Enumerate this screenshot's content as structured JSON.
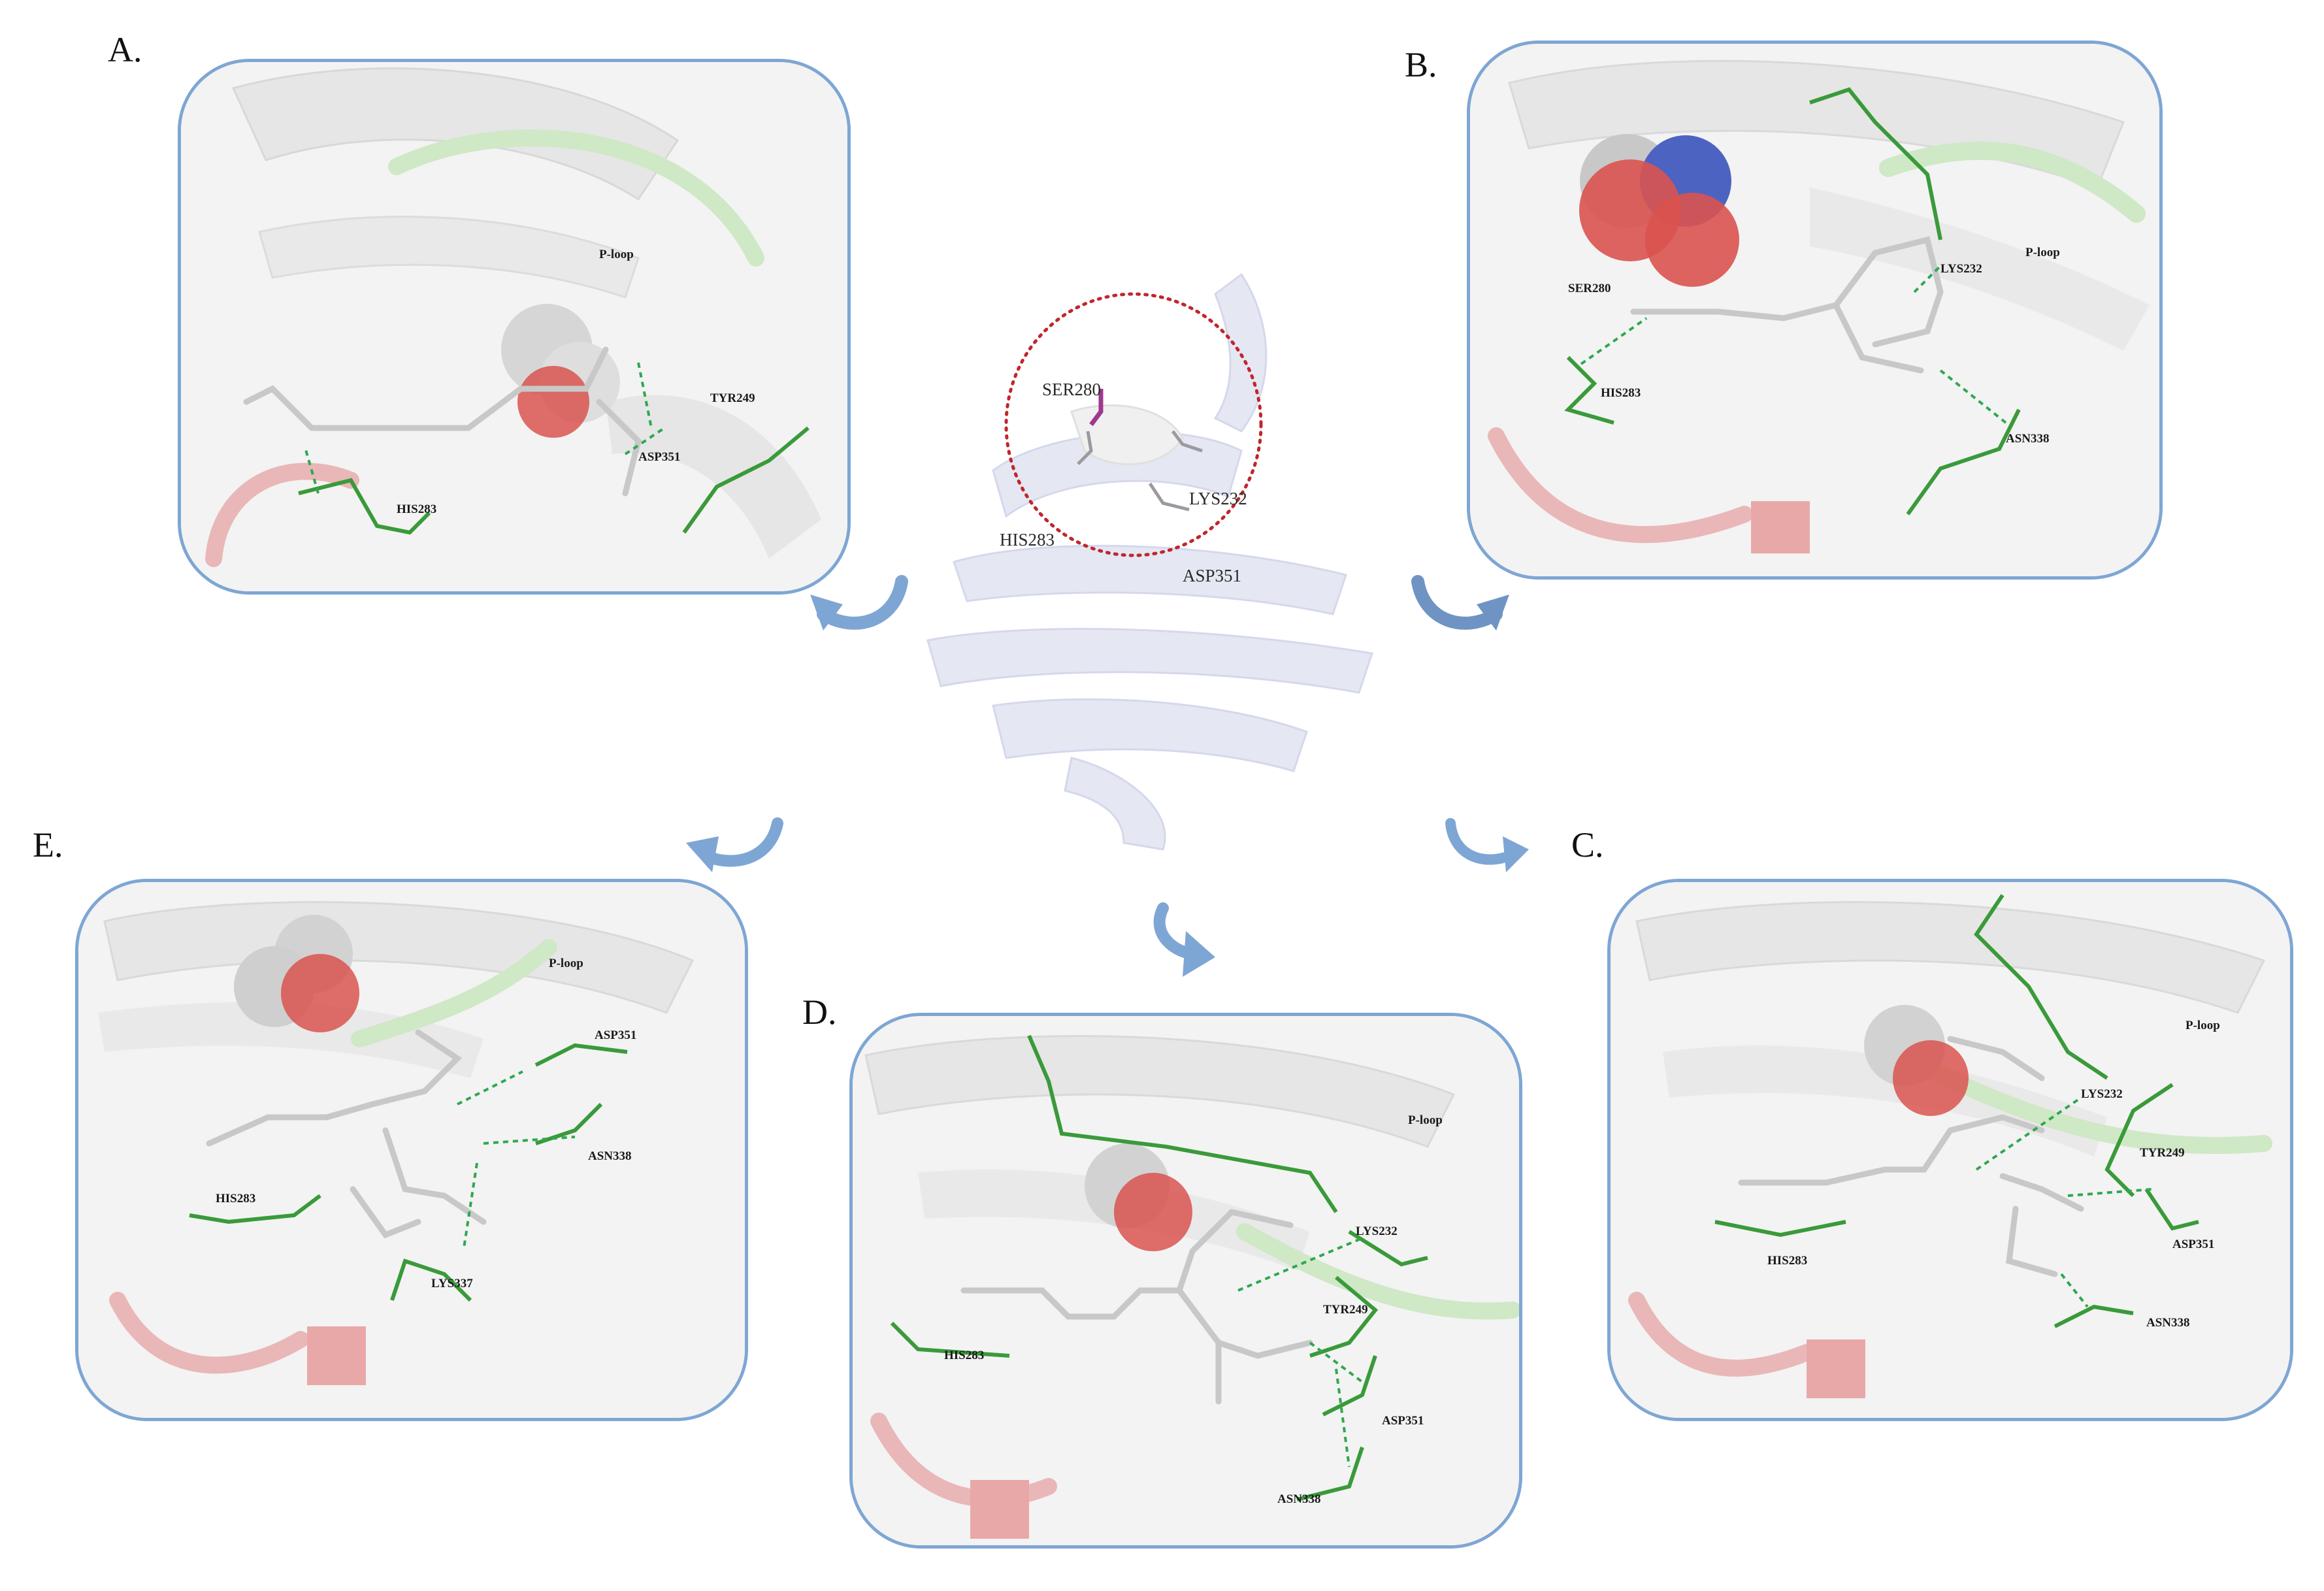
{
  "panel_labels": {
    "A": "A.",
    "B": "B.",
    "C": "C.",
    "D": "D.",
    "E": "E."
  },
  "center_residues": [
    "SER280",
    "LYS232",
    "HIS283",
    "ASP351"
  ],
  "panel_A": {
    "ploop": "P-loop",
    "residues": [
      "TYR249",
      "ASP351",
      "HIS283"
    ]
  },
  "panel_B": {
    "ploop": "P-loop",
    "residues": [
      "SER280",
      "LYS232",
      "HIS283",
      "ASN338"
    ]
  },
  "panel_C": {
    "ploop": "P-loop",
    "residues": [
      "LYS232",
      "TYR249",
      "ASP351",
      "HIS283",
      "ASN338"
    ]
  },
  "panel_D": {
    "ploop": "P-loop",
    "residues": [
      "LYS232",
      "TYR249",
      "HIS283",
      "ASP351",
      "ASN338"
    ]
  },
  "panel_E": {
    "ploop": "P-loop",
    "residues": [
      "ASP351",
      "ASN338",
      "HIS283",
      "LYS337"
    ]
  },
  "colors": {
    "frame": "#7ea6d4",
    "carbon_green": "#3a9a3a",
    "ligand": "#c8c8c8",
    "oxygen": "#d9534f",
    "nitrogen": "#3b4fb8",
    "hbond": "#2fa84f",
    "center_circle": "#c0262c",
    "arrow": "#7ea6d4"
  }
}
